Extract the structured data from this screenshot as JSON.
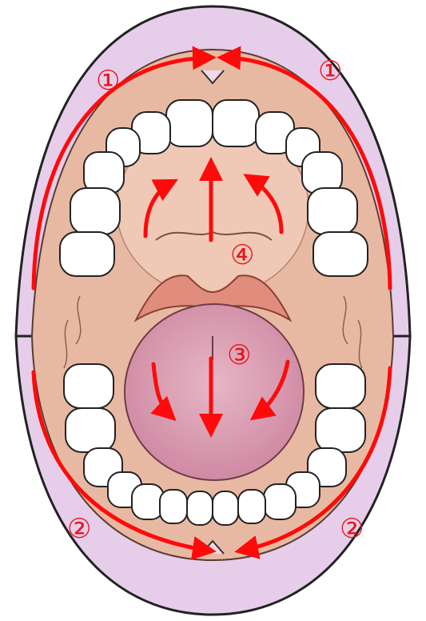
{
  "markers": {
    "upper_left": "①",
    "upper_right": "①",
    "lower_left": "②",
    "lower_right": "②",
    "tongue": "③",
    "palate": "④"
  },
  "colors": {
    "arrow": "#ff0a0a",
    "marker_text": "#e8141b",
    "lip": "#e6cdea",
    "mouth_interior": "#e8b9a2",
    "tongue": "#d69bb0",
    "teeth": "#ffffff",
    "outline": "#222222"
  }
}
